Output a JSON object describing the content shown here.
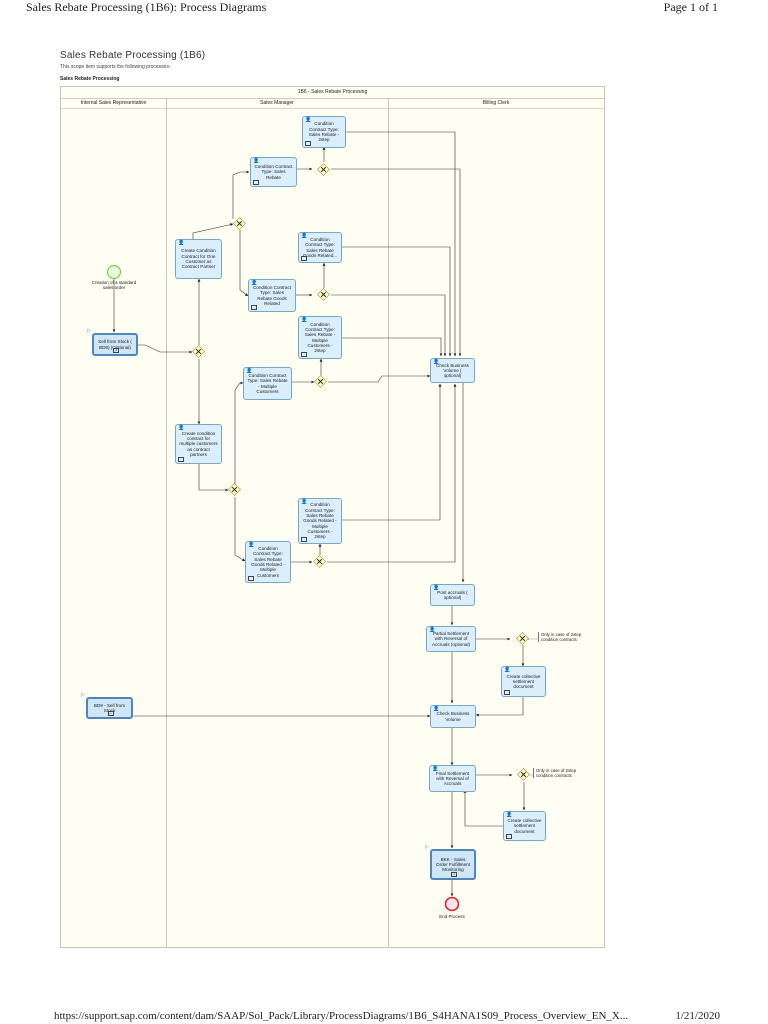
{
  "header": {
    "left": "Sales Rebate Processing (1B6): Process Diagrams",
    "right": "Page 1 of 1"
  },
  "doc": {
    "title": "Sales Rebate Processing (1B6)",
    "subtitle": "This scope item supports the following processes:",
    "section": "Sales Rebate Processing"
  },
  "pool": {
    "title": "1B6 - Sales Rebate Processing",
    "lanes": [
      "Internal Sales Representative",
      "Sales Manager",
      "Billing Clerk"
    ]
  },
  "events": {
    "start": "Creation of a standard sales order",
    "end": "End Process"
  },
  "tasks": {
    "sell_stock_opt": "Sell from Stock ( BD9) (Optional)",
    "create_one_customer": "Create Condition Contract for One Customer as Contract Partner",
    "create_multi_customers": "Create condition contract for multiple customers as contract partners",
    "cc_sales_rebate": "Condition Contract Type: Sales Rebate",
    "cc_sales_rebate_2step": "Condition Contract Type: Sales Rebate - 2step",
    "cc_goods_related": "Condition Contract Type: Sales Rebate Goods Related",
    "cc_goods_related_2": "Condition Contract Type: Sales Rebate Goods Related...",
    "cc_multi_2step": "Condition Contract Type: Sales Rebate - Multiple Customers - 2step",
    "cc_multi": "Condition Contract Type: Sales Rebate - Multiple Customers",
    "cc_goods_multi_2step": "Condition Contract Type: Sales Rebate Goods Related - Multiple Customers - 2step",
    "cc_goods_multi": "Condition Contract Type: Sales Rebate Goods Related - Multiple Customers",
    "check_bv_opt": "Check Business Volume ( optional)",
    "post_accruals": "Post accruals ( optional)",
    "partial_settlement": "Partial Settlement with Reversal of Accruals (optional)",
    "collective_1": "Create collective settlement document",
    "bd9_sell": "BD9 - Sell from Stock",
    "check_bv": "Check Business Volume",
    "final_settlement": "Final Settlement with Reversal of Accruals",
    "collective_2": "Create collective settlement document",
    "bkk_monitoring": "BKK - Sales Order Fulfillment Monitoring"
  },
  "annotations": {
    "two_step_1": "Only in case of 2step condition contracts",
    "two_step_2": "Only in case of 2step condition contracts"
  },
  "footer": {
    "url": "https://support.sap.com/content/dam/SAAP/Sol_Pack/Library/ProcessDiagrams/1B6_S4HANA1S09_Process_Overview_EN_X...",
    "date": "1/21/2020"
  },
  "colors": {
    "task_fill": "#dbeefb",
    "task_border": "#7aa6c8",
    "pool_fill": "#fffef2",
    "gateway_fill": "#fff9c8",
    "start_event": "#7fcf4f",
    "end_event": "#d9263a"
  }
}
